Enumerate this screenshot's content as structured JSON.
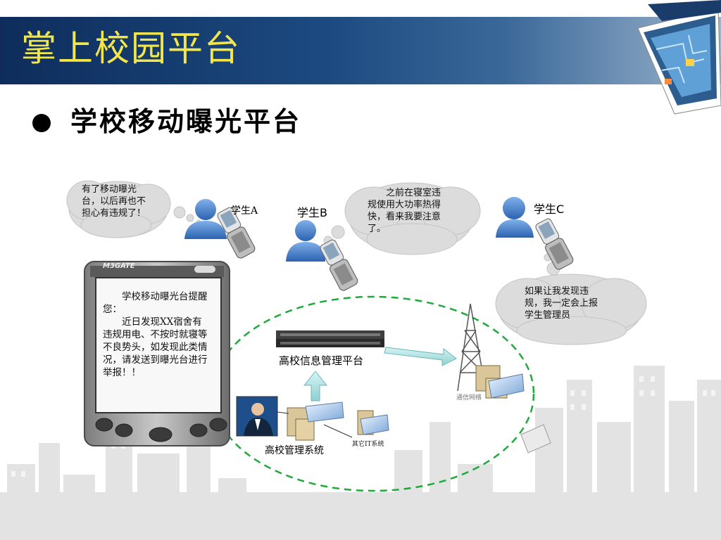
{
  "title": "掌上校园平台",
  "subtitle": "学校移动曝光平台",
  "clouds": {
    "student_a_thought": "有了移动曝光台，以后再也不担心有违规了！",
    "student_b_thought": "　　之前在寝室违规使用大功率热得快，看来我要注意了。",
    "student_c_thought": "如果让我发现违规，我一定会上报学生管理员"
  },
  "students": {
    "a": "学生A",
    "b": "学生B",
    "c": "学生C"
  },
  "pda": {
    "brand": "M3GATE",
    "message": "　　学校移动曝光台提醒您：\n　　近日发现XX宿舍有违规用电、不按时就寝等不良势头，如发现此类情况，请发送到曝光台进行举报！！"
  },
  "nodes": {
    "info_platform": "高校信息管理平台",
    "management_system": "高校管理系统",
    "other_system": "其它IT系统",
    "comm_network": "通信网络"
  },
  "colors": {
    "title_yellow": "#f2e64a",
    "header_blue": "#0e2d5c",
    "dashed_green": "#1faa3c",
    "person_blue": "#3f78c4"
  }
}
